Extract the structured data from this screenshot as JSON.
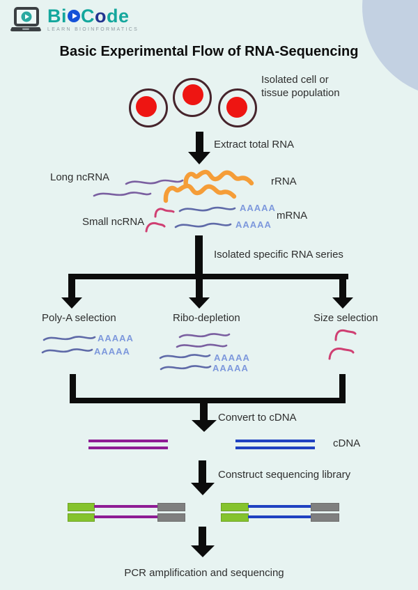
{
  "header": {
    "logo": {
      "brand_part1": "Bi",
      "brand_part2": "C",
      "brand_part3": "o",
      "brand_part4": "de",
      "tagline": "LEARN BIOINFORMATICS"
    },
    "title": "Basic Experimental Flow of RNA-Sequencing"
  },
  "flow": {
    "cells_caption_line1": "Isolated cell or",
    "cells_caption_line2": "tissue population",
    "extract_label": "Extract total RNA",
    "rna_labels": {
      "long_ncrna": "Long ncRNA",
      "rrna": "rRNA",
      "small_ncrna": "Small ncRNA",
      "mrna": "mRNA"
    },
    "polya": "AAAAA",
    "isolate_label": "Isolated specific RNA series",
    "branches": [
      {
        "label": "Poly-A selection"
      },
      {
        "label": "Ribo-depletion"
      },
      {
        "label": "Size selection"
      }
    ],
    "convert_label": "Convert to cDNA",
    "cdna_label": "cDNA",
    "construct_label": "Construct sequencing library",
    "pcr_label": "PCR amplification and sequencing"
  },
  "colors": {
    "background": "#e7f3f1",
    "decor_circle": "#c3d1e2",
    "arrow_black": "#0c0c0c",
    "cell_outline": "#46242c",
    "cell_nucleus": "#ee1512",
    "long_ncrna_purple": "#7a5fa0",
    "rrna_orange": "#f59d38",
    "small_ncrna_pink": "#cf3f72",
    "mrna_blue": "#5f6aa8",
    "polya_text_blue": "#7d98dc",
    "cdna_purple": "#8e1d94",
    "cdna_blue": "#2041c1",
    "adapter_green": "#85c32d",
    "adapter_gray": "#7f7f7f",
    "logo_teal": "#14a79d",
    "logo_play_blue": "#1351d8",
    "logo_laptop_dark": "#3b4043"
  }
}
